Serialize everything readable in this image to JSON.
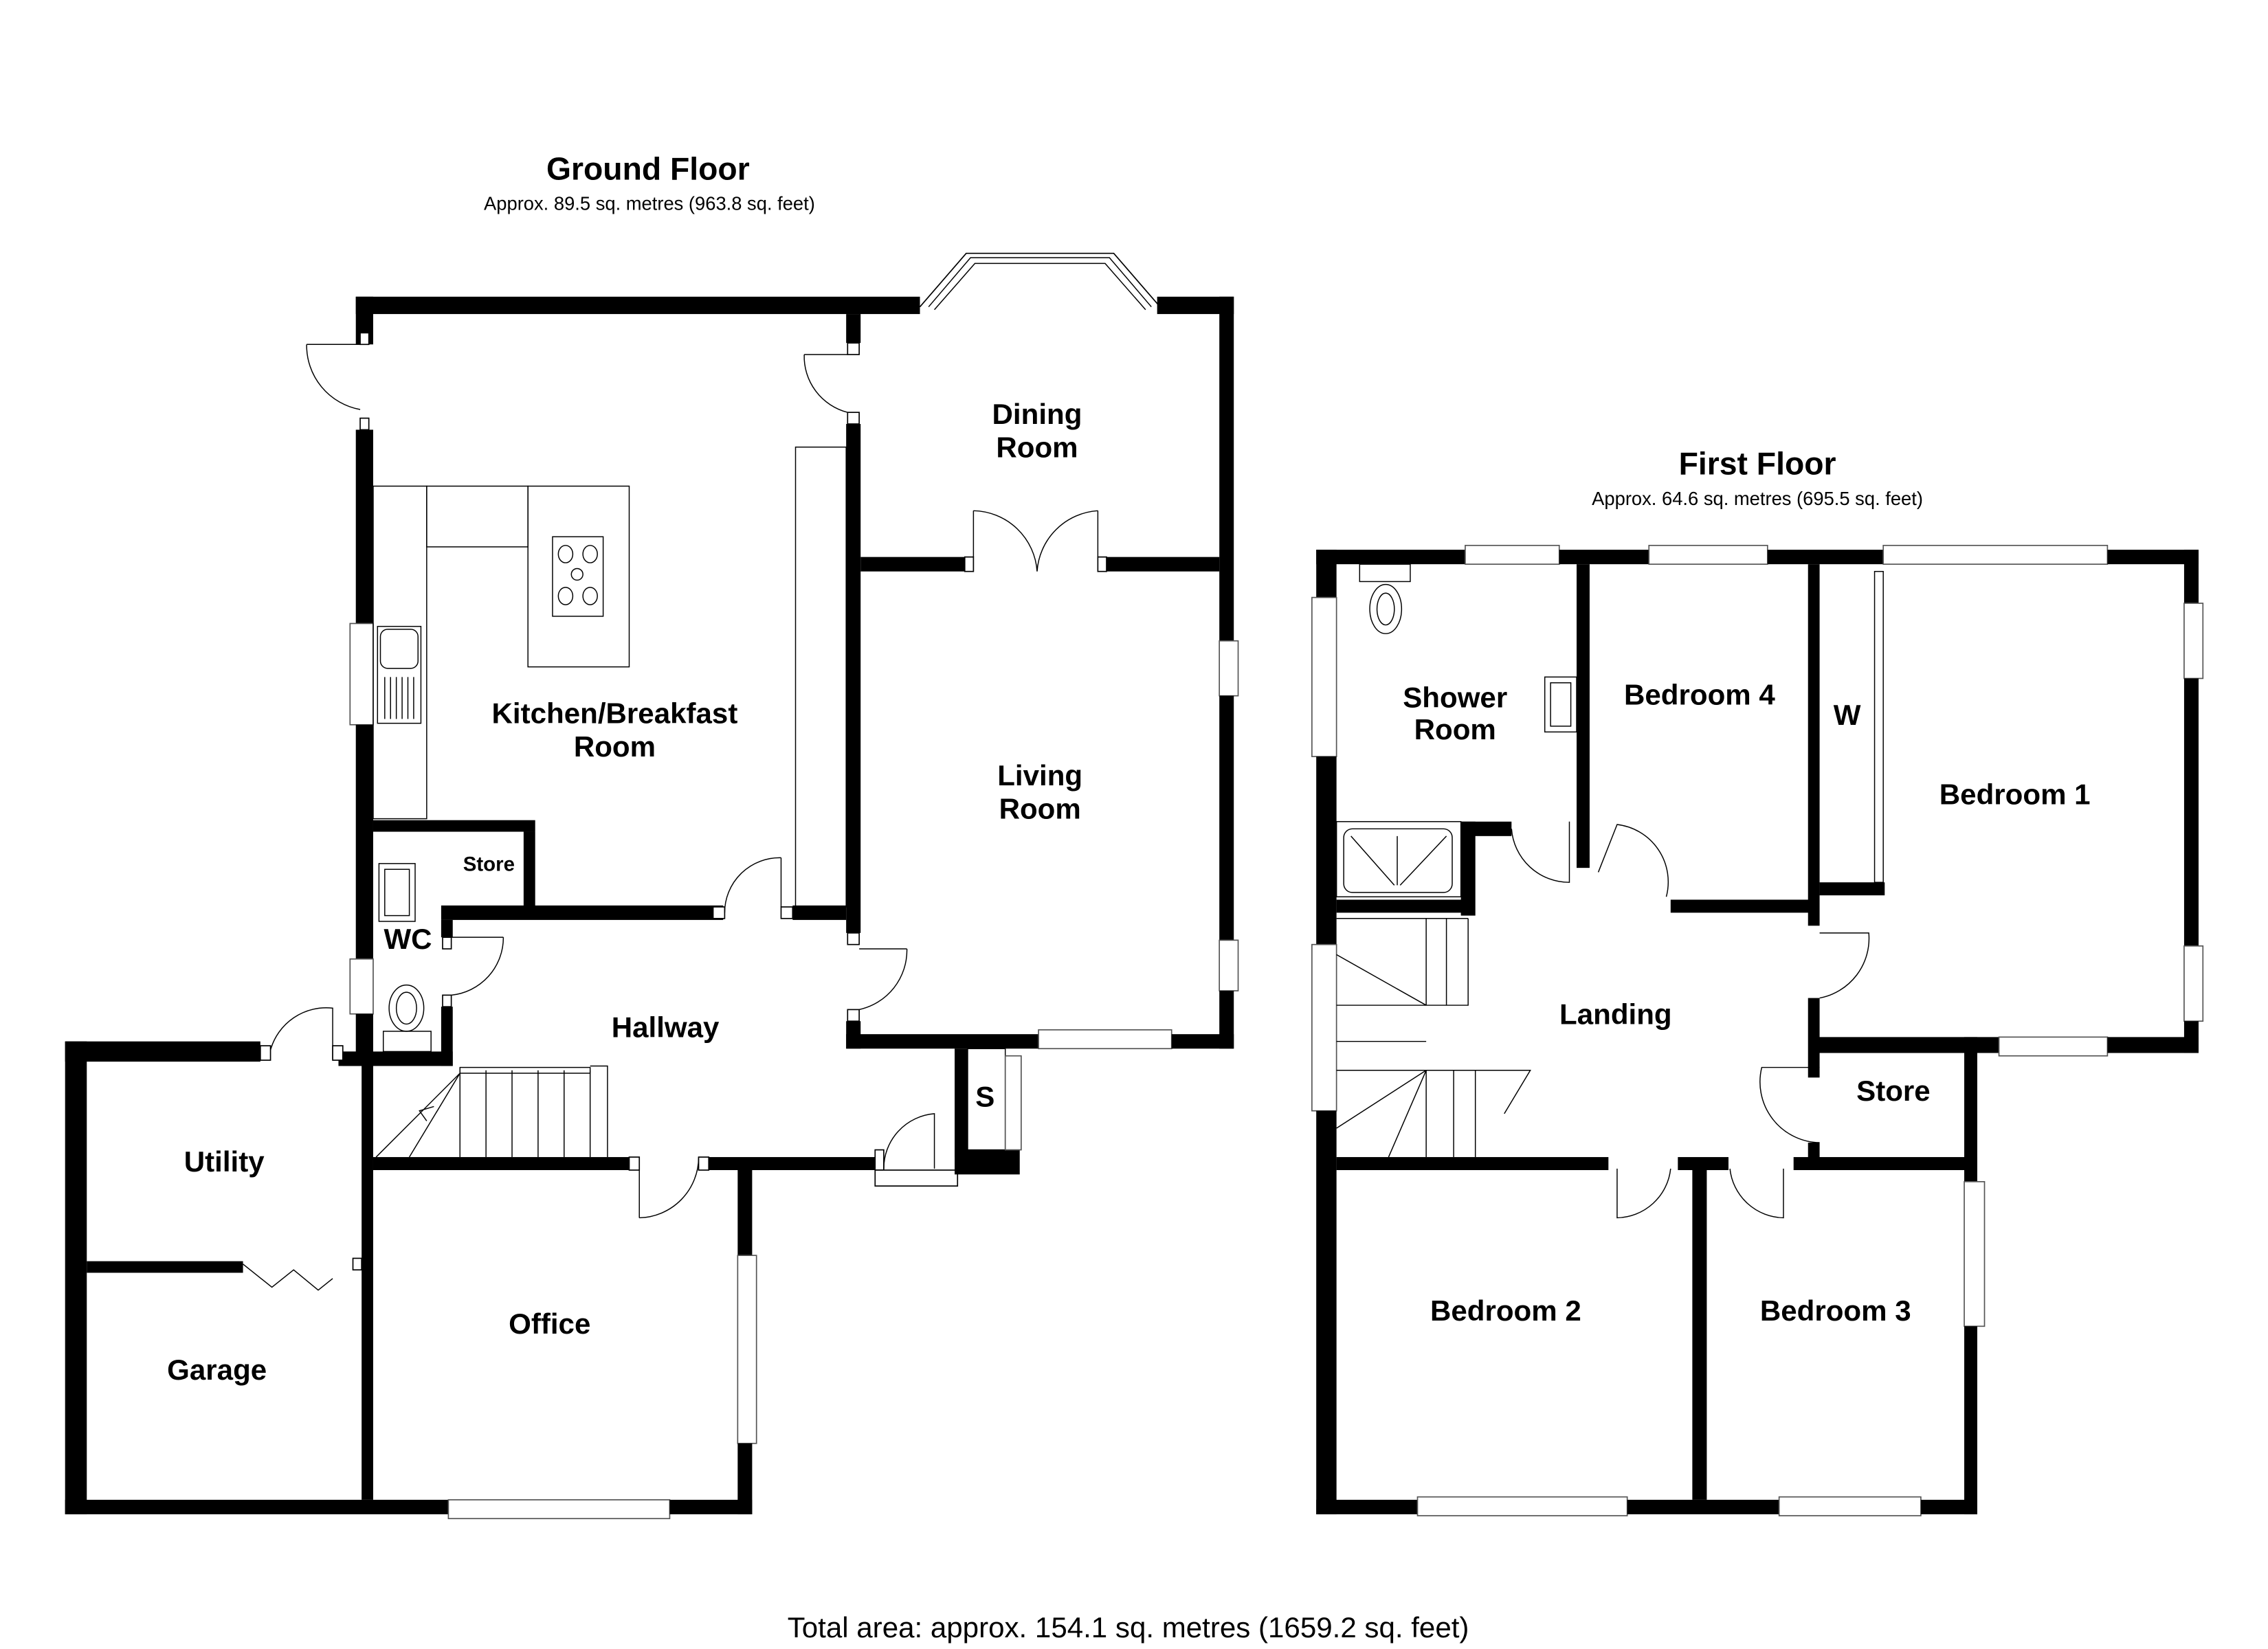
{
  "ground_floor": {
    "title": "Ground Floor",
    "area": "Approx. 89.5 sq. metres (963.8 sq. feet)",
    "rooms": {
      "dining_1": "Dining",
      "dining_2": "Room",
      "kitchen_1": "Kitchen/Breakfast",
      "kitchen_2": "Room",
      "living_1": "Living",
      "living_2": "Room",
      "store": "Store",
      "wc": "WC",
      "hallway": "Hallway",
      "s": "S",
      "utility": "Utility",
      "garage": "Garage",
      "office": "Office"
    }
  },
  "first_floor": {
    "title": "First Floor",
    "area": "Approx. 64.6 sq. metres (695.5 sq. feet)",
    "rooms": {
      "shower_1": "Shower",
      "shower_2": "Room",
      "bedroom4": "Bedroom 4",
      "w": "W",
      "bedroom1": "Bedroom 1",
      "landing": "Landing",
      "store": "Store",
      "bedroom2": "Bedroom 2",
      "bedroom3": "Bedroom 3"
    }
  },
  "total_area": "Total area: approx. 154.1 sq. metres (1659.2 sq. feet)",
  "colors": {
    "wall": "#000000",
    "background": "#ffffff"
  }
}
